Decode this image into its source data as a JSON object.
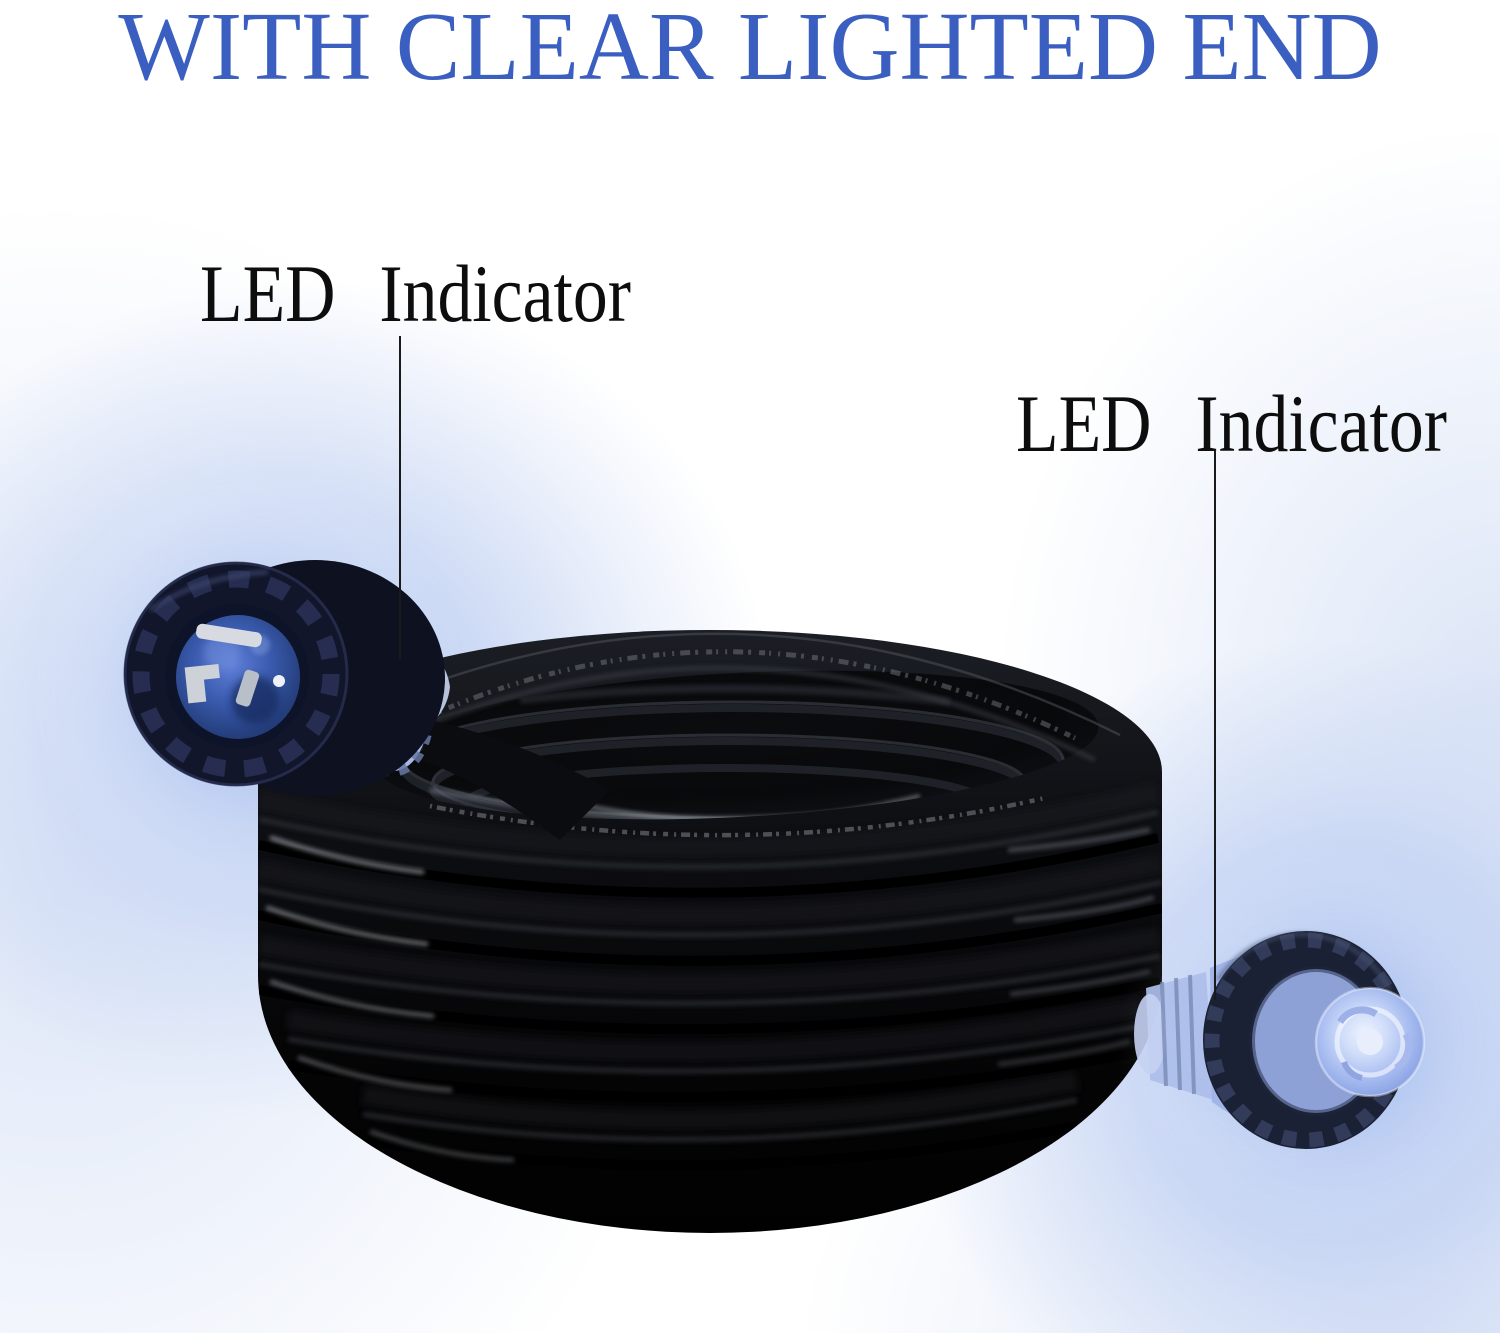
{
  "title": {
    "text": "WITH CLEAR LIGHTED END",
    "color": "#3a5fc0"
  },
  "callouts": {
    "left": {
      "label": "LED Indicator"
    },
    "right": {
      "label": "LED Indicator"
    }
  },
  "scene": {
    "cable_color": "#0a0b0e",
    "led_glow_color": "#9db4ea",
    "parts": {
      "coil": "coiled-black-extension-cord",
      "left_plug": "twist-lock-plug-clear-lighted-end",
      "right_plug": "twist-lock-connector-clear-lighted-end"
    }
  }
}
